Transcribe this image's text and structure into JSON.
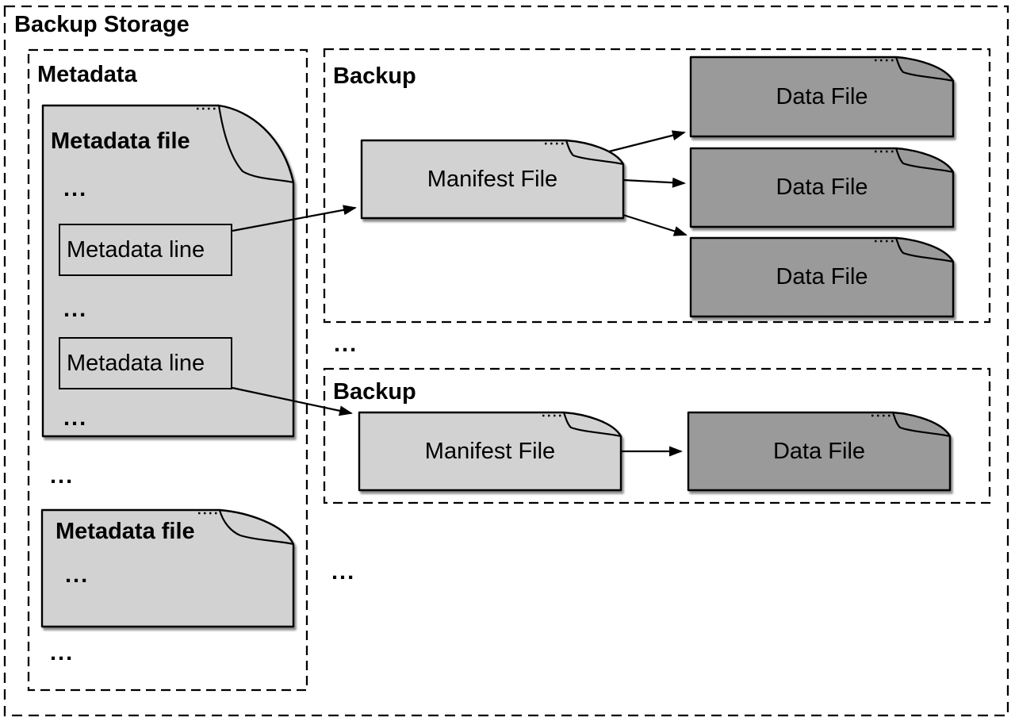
{
  "title": "Backup Storage",
  "metadata": {
    "label": "Metadata",
    "file1": {
      "title": "Metadata file",
      "dots1": "...",
      "line1": "Metadata line",
      "dots2": "...",
      "line2": "Metadata line",
      "dots3": "..."
    },
    "dots_between_files": "...",
    "file2": {
      "title": "Metadata file",
      "dots": "..."
    },
    "dots_after_files": "..."
  },
  "backup1": {
    "label": "Backup",
    "manifest": "Manifest File",
    "data_files": [
      "Data File",
      "Data File",
      "Data File"
    ]
  },
  "dots_between_backups": "...",
  "backup2": {
    "label": "Backup",
    "manifest": "Manifest File",
    "data_files": [
      "Data File"
    ]
  },
  "dots_after_backups": "...",
  "colors": {
    "document_light": "#d2d2d2",
    "document_dark": "#9a9a9a",
    "outline": "#000000",
    "background": "#ffffff"
  }
}
